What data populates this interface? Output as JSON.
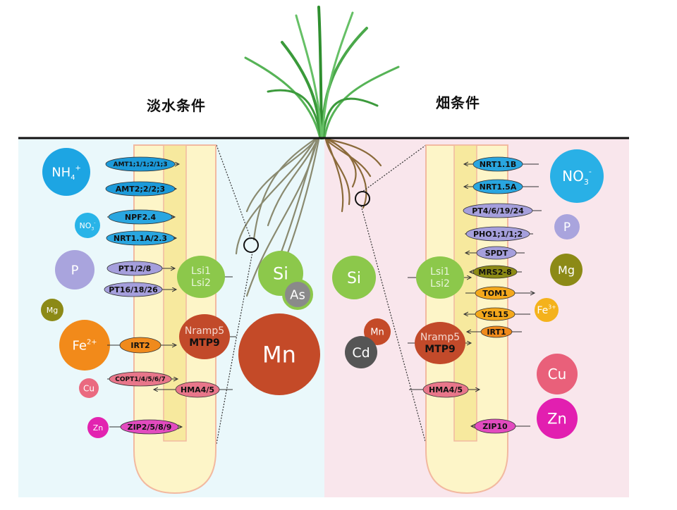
{
  "titles": {
    "left": "淡水条件",
    "right": "畑条件"
  },
  "left": {
    "nutrients": [
      {
        "label": "NH",
        "sub": "4",
        "sup": "+",
        "color": "#1da5e3"
      },
      {
        "label": "NO",
        "sub": "3",
        "sup": "-",
        "color": "#29b4e8"
      },
      {
        "label": "P",
        "color": "#a9a4dd"
      },
      {
        "label": "Mg",
        "color": "#8c8a16"
      },
      {
        "label": "Fe",
        "sup": "2+",
        "color": "#f28a1a"
      },
      {
        "label": "Cu",
        "color": "#ea6a80"
      },
      {
        "label": "Zn",
        "color": "#e224b0"
      }
    ],
    "transporters": [
      {
        "label": "AMT1;1/1;2/1;3",
        "color": "#1c9ad9"
      },
      {
        "label": "AMT2;2/2;3",
        "color": "#1c9ad9"
      },
      {
        "label": "NPF2.4",
        "color": "#29a6e0"
      },
      {
        "label": "NRT1.1A/2.3",
        "color": "#29a6e0"
      },
      {
        "label": "PT1/2/8",
        "color": "#a59fdc"
      },
      {
        "label": "PT16/18/26",
        "color": "#a59fdc"
      },
      {
        "label": "IRT2",
        "color": "#f08a1c"
      },
      {
        "label": "COPT1/4/5/6/7",
        "color": "#e8768a"
      },
      {
        "label": "HMA4/5",
        "color": "#e8768a"
      },
      {
        "label": "ZIP2/5/8/9",
        "color": "#e24bbf"
      }
    ],
    "inner": [
      {
        "lines": [
          "Lsi1",
          "Lsi2"
        ],
        "color": "#8cc84b"
      },
      {
        "lines": [
          "Nramp5",
          "MTP9"
        ],
        "color": "#c24a2a"
      }
    ],
    "big": [
      {
        "label": "Si",
        "color": "#8cc84b"
      },
      {
        "label": "As",
        "color": "#8a8a8a"
      },
      {
        "label": "Mn",
        "color": "#c44a28"
      }
    ]
  },
  "right": {
    "nutrients": [
      {
        "label": "NO",
        "sub": "3",
        "sup": "-",
        "color": "#29b0e6"
      },
      {
        "label": "P",
        "color": "#a9a4dd"
      },
      {
        "label": "Mg",
        "color": "#8c8a16"
      },
      {
        "label": "Fe",
        "sup": "3+",
        "color": "#f4b21c"
      },
      {
        "label": "Cu",
        "color": "#e9607a"
      },
      {
        "label": "Zn",
        "color": "#e21fb0"
      },
      {
        "label": "Si",
        "color": "#8cc84b"
      },
      {
        "label": "Mn",
        "color": "#c44a28"
      },
      {
        "label": "Cd",
        "color": "#555555"
      }
    ],
    "transporters": [
      {
        "label": "NRT1.1B",
        "color": "#29a6e0"
      },
      {
        "label": "NRT1.5A",
        "color": "#29a6e0"
      },
      {
        "label": "PT4/6/19/24",
        "color": "#a59fdc"
      },
      {
        "label": "PHO1;1/1;2",
        "color": "#a59fdc"
      },
      {
        "label": "SPDT",
        "color": "#a59fdc"
      },
      {
        "label": "MRS2-8",
        "color": "#8c8a16"
      },
      {
        "label": "TOM1",
        "color": "#f4a81c"
      },
      {
        "label": "YSL15",
        "color": "#f4a81c"
      },
      {
        "label": "IRT1",
        "color": "#f08a1c"
      },
      {
        "label": "HMA4/5",
        "color": "#e8768a"
      },
      {
        "label": "ZIP10",
        "color": "#e24bbf"
      }
    ],
    "inner": [
      {
        "lines": [
          "Lsi1",
          "Lsi2"
        ],
        "color": "#8cc84b"
      },
      {
        "lines": [
          "Nramp5",
          "MTP9"
        ],
        "color": "#c24a2a"
      }
    ]
  },
  "colors": {
    "left_bg": "#eaf8fb",
    "right_bg": "#f9e6ec",
    "root_fill": "#fdf5c8",
    "root_edge": "#f2b9a0",
    "stele": "#f7e99e"
  }
}
